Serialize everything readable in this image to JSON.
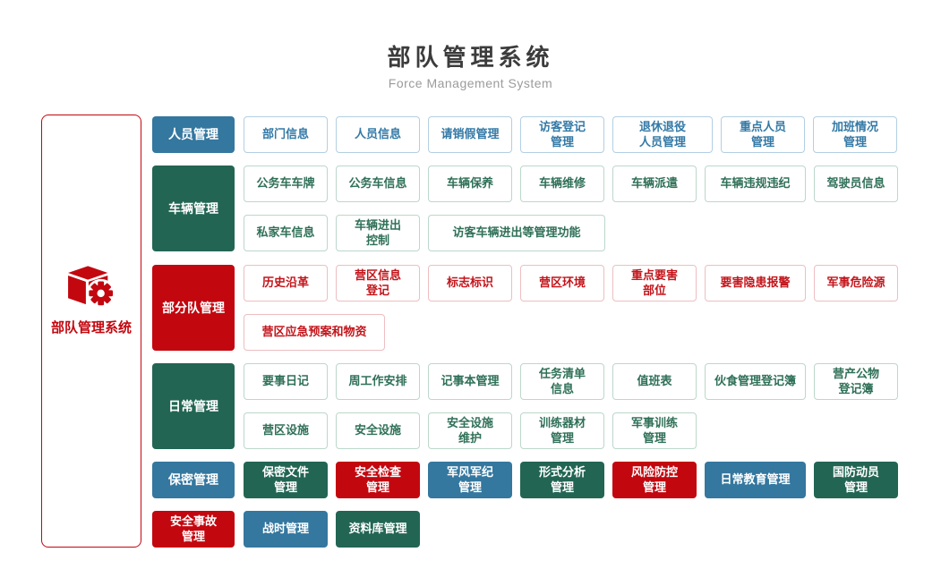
{
  "header": {
    "title": "部队管理系统",
    "subtitle": "Force Management System"
  },
  "root": {
    "label": "部队管理系统",
    "icon": "cube-gear-icon"
  },
  "colors": {
    "solid_blue": "#34779f",
    "solid_green": "#226553",
    "solid_red": "#c3070f",
    "outline_blue_text": "#3379a6",
    "outline_green_text": "#2f7058",
    "outline_red_text": "#c3151b",
    "outline_blue_border": "#b3cfe2",
    "outline_green_border": "#bcd7cb",
    "outline_red_border": "#edbec1",
    "title_text": "#3c3c3c",
    "subtitle_text": "#9b9b9b"
  },
  "categories": {
    "personnel": "人员管理",
    "vehicle": "车辆管理",
    "unit": "部分队管理",
    "daily": "日常管理",
    "secrecy": "保密管理"
  },
  "items": {
    "personnel": [
      "部门信息",
      "人员信息",
      "请销假管理",
      "访客登记\n管理",
      "退休退役\n人员管理",
      "重点人员\n管理",
      "加班情况\n管理"
    ],
    "vehicle1": [
      "公务车车牌",
      "公务车信息",
      "车辆保养",
      "车辆维修",
      "车辆派遣",
      "车辆违规违纪",
      "驾驶员信息"
    ],
    "vehicle2": [
      "私家车信息",
      "车辆进出\n控制",
      "访客车辆进出等管理功能"
    ],
    "unit1": [
      "历史沿革",
      "营区信息\n登记",
      "标志标识",
      "营区环境",
      "重点要害\n部位",
      "要害隐患报警",
      "军事危险源"
    ],
    "unit2": [
      "营区应急预案和物资"
    ],
    "daily1": [
      "要事日记",
      "周工作安排",
      "记事本管理",
      "任务清单\n信息",
      "值班表",
      "伙食管理登记簿",
      "营产公物\n登记簿"
    ],
    "daily2": [
      "营区设施",
      "安全设施",
      "安全设施\n维护",
      "训练器材\n管理",
      "军事训练\n管理"
    ],
    "secrecy": [
      "保密文件\n管理",
      "安全检查\n管理",
      "军风军纪\n管理",
      "形式分析\n管理",
      "风险防控\n管理",
      "日常教育管理",
      "国防动员\n管理"
    ],
    "bottom": [
      "安全事故\n管理",
      "战时管理",
      "资料库管理"
    ]
  }
}
